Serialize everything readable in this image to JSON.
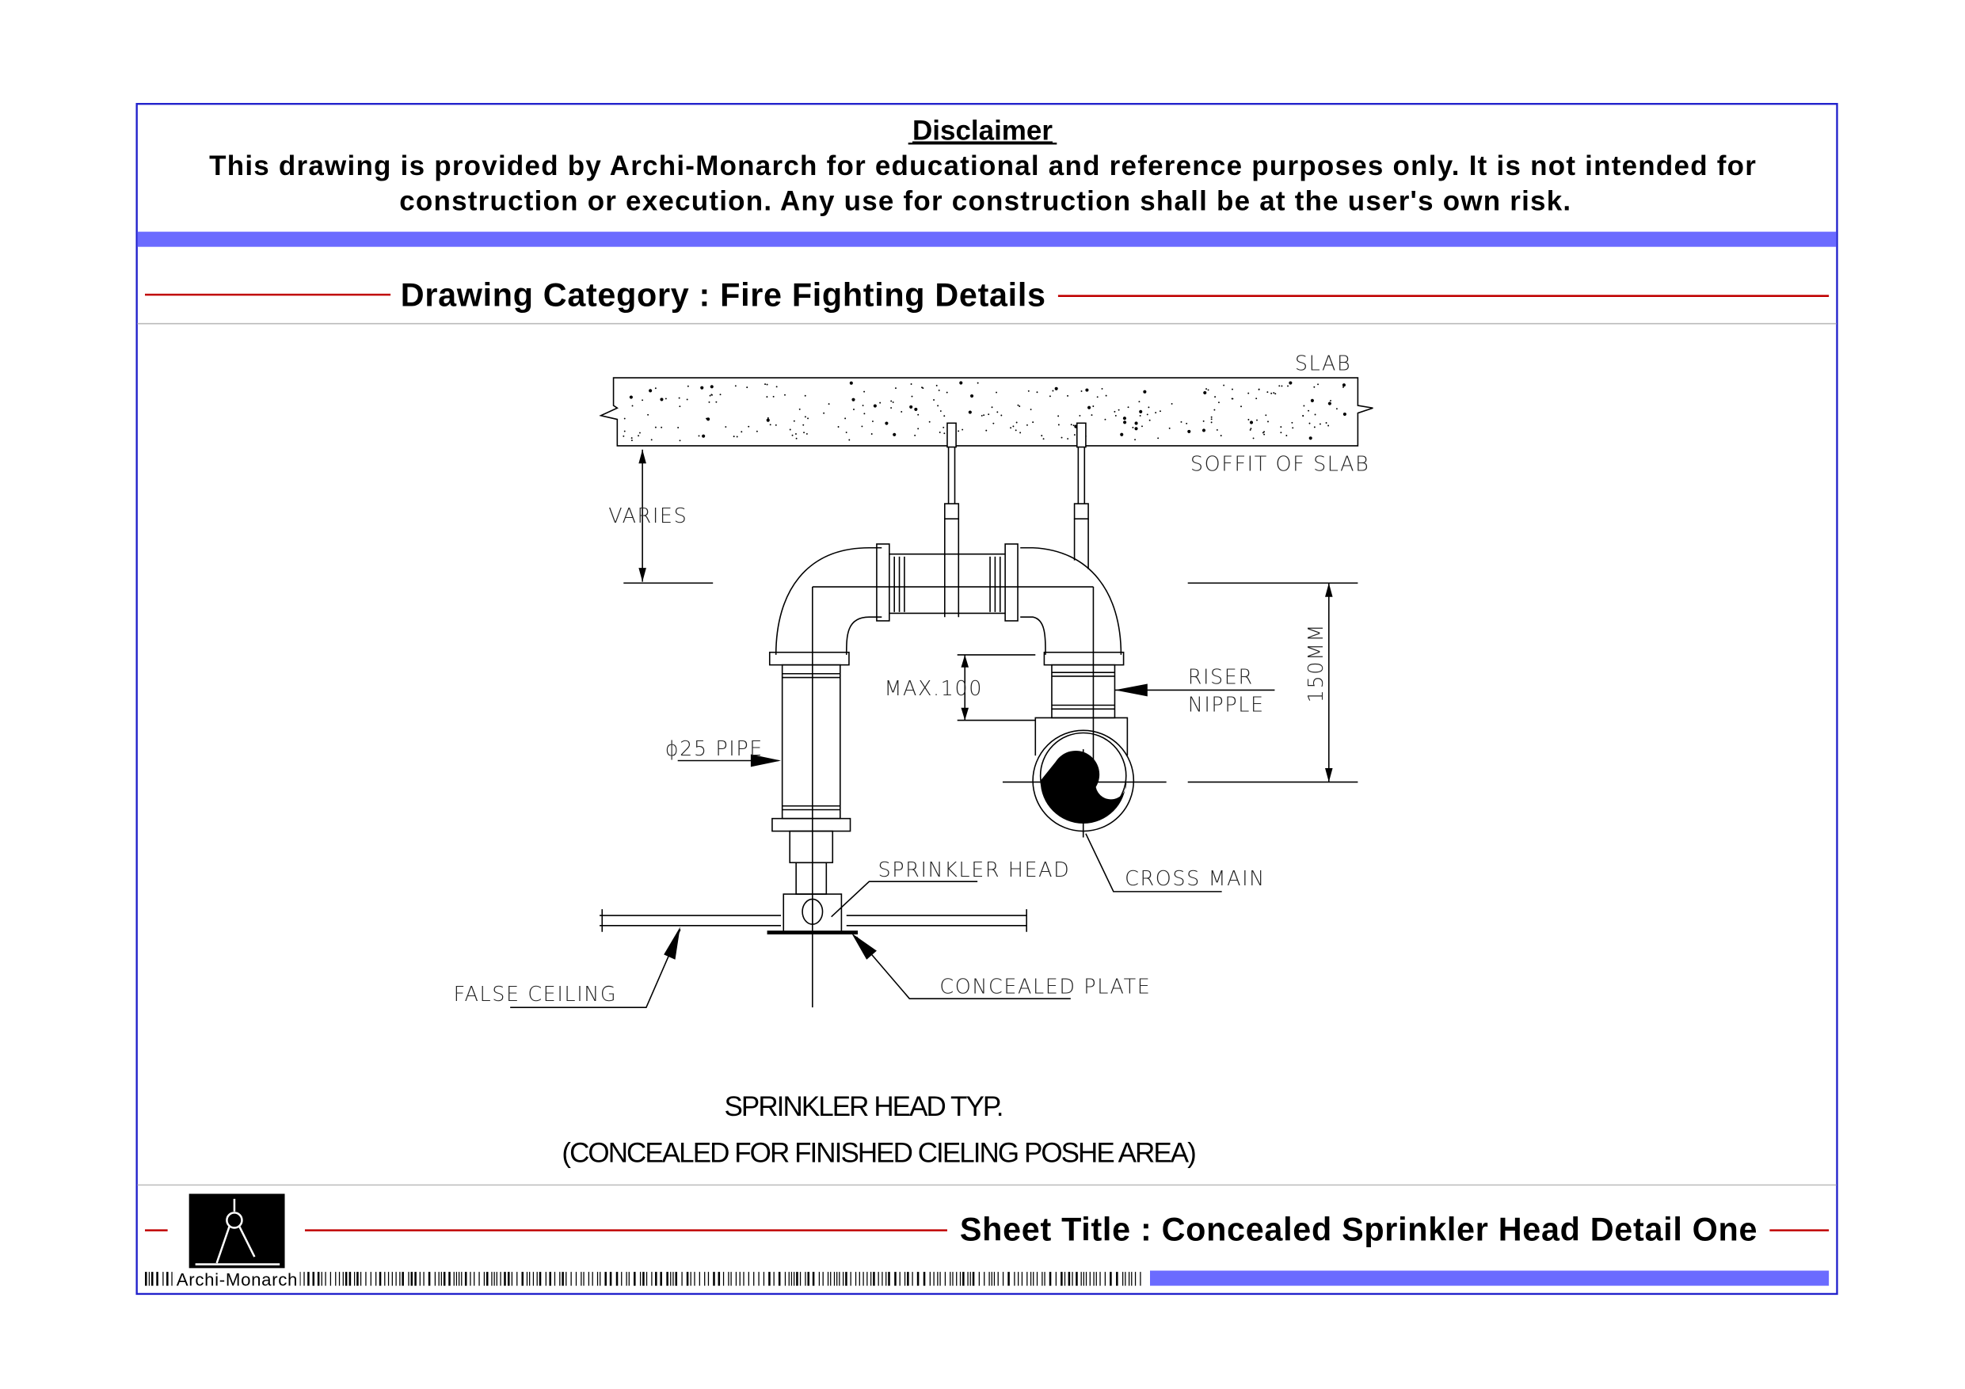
{
  "disclaimer": {
    "title": "Disclaimer",
    "line1": "This drawing is provided by Archi-Monarch for educational and reference purposes only. It is not intended for",
    "line2": "construction or execution. Any use for construction shall be at the user's own risk."
  },
  "category": {
    "text": "Drawing Category : Fire Fighting Details"
  },
  "drawing": {
    "labels": {
      "slab": "SLAB",
      "soffit": "SOFFIT OF SLAB",
      "varies": "VARIES",
      "max100": "MAX.100",
      "riser": "RISER",
      "nipple": "NIPPLE",
      "dim150": "150MM",
      "pipe": "ϕ25 PIPE",
      "sprinkler_head": "SPRINKLER HEAD",
      "cross_main": "CROSS MAIN",
      "false_ceiling": "FALSE CEILING",
      "concealed_plate": "CONCEALED PLATE"
    },
    "caption1": "SPRINKLER HEAD TYP.",
    "caption2": "(CONCEALED FOR FINISHED CIELING POSHE AREA)"
  },
  "footer": {
    "sheet_title": "Sheet Title : Concealed Sprinkler Head Detail One",
    "brand": "Archi-Monarch"
  },
  "colors": {
    "border": "#2222cc",
    "band": "#6b6bff",
    "rule": "#c00000"
  }
}
